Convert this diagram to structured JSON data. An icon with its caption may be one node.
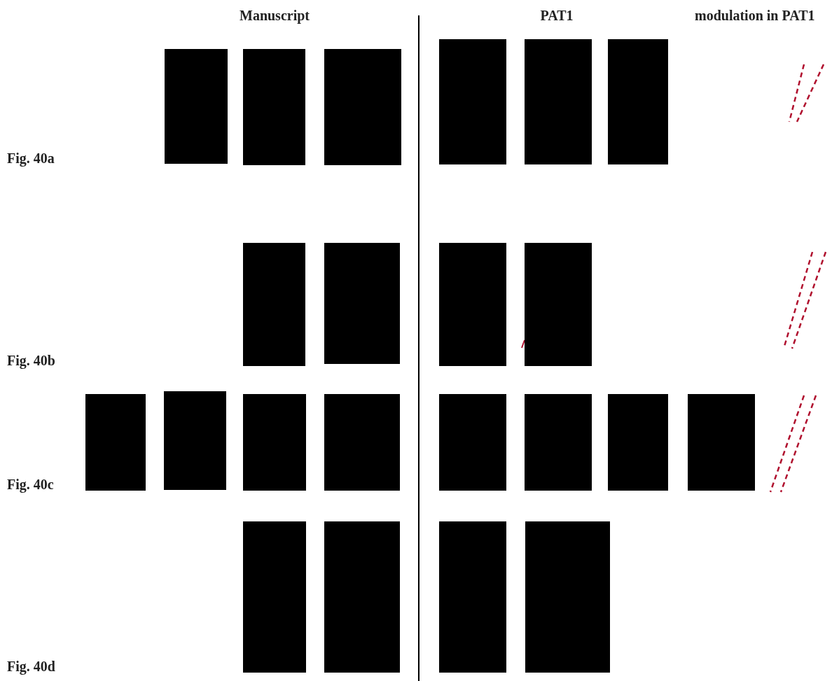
{
  "diagram": {
    "labels": [
      "Manuscript",
      "PAT1",
      "modulation in PAT1",
      "Fig. 40a",
      "Fig. 40b",
      "Fig. 40c",
      "Fig. 40d"
    ]
  }
}
